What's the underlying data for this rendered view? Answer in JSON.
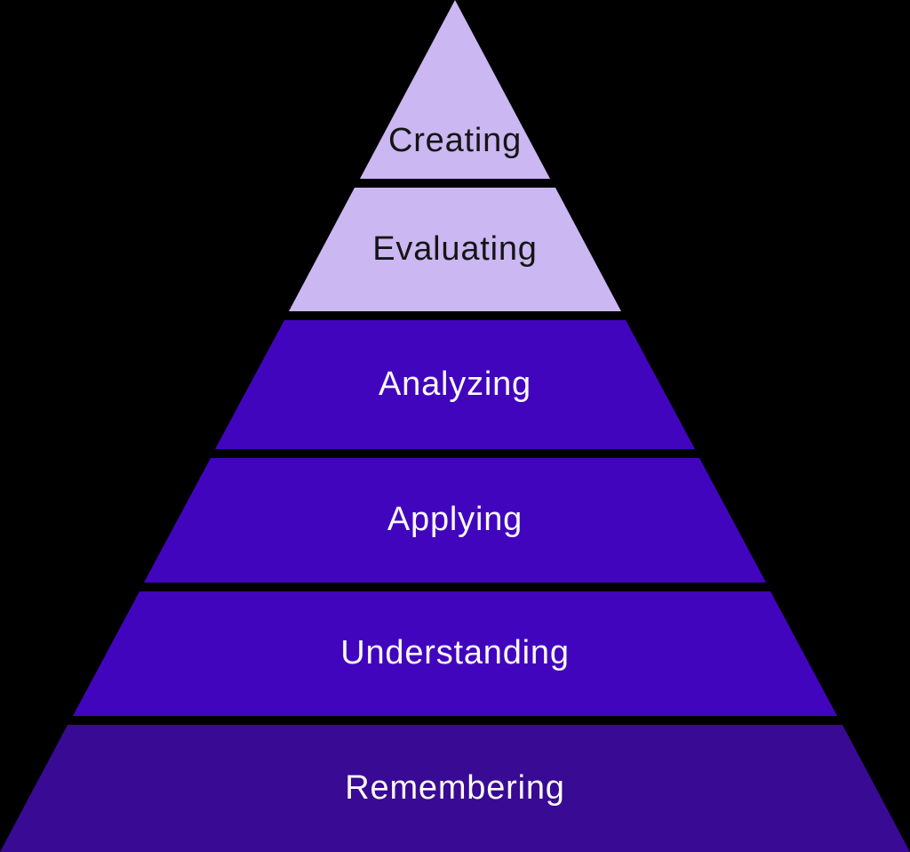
{
  "background_color": "#000000",
  "pyramid": {
    "type": "pyramid-diagram",
    "levels": [
      {
        "label": "Creating",
        "fill": "#CBB7F2",
        "text_color": "#151515"
      },
      {
        "label": "Evaluating",
        "fill": "#CBB7F2",
        "text_color": "#151515"
      },
      {
        "label": "Analyzing",
        "fill": "#4205BE",
        "text_color": "#FBFAFF"
      },
      {
        "label": "Applying",
        "fill": "#4205BE",
        "text_color": "#FBFAFF"
      },
      {
        "label": "Understanding",
        "fill": "#4205BE",
        "text_color": "#FBFAFF"
      },
      {
        "label": "Remembering",
        "fill": "#390A93",
        "text_color": "#FBFAFF"
      }
    ]
  }
}
